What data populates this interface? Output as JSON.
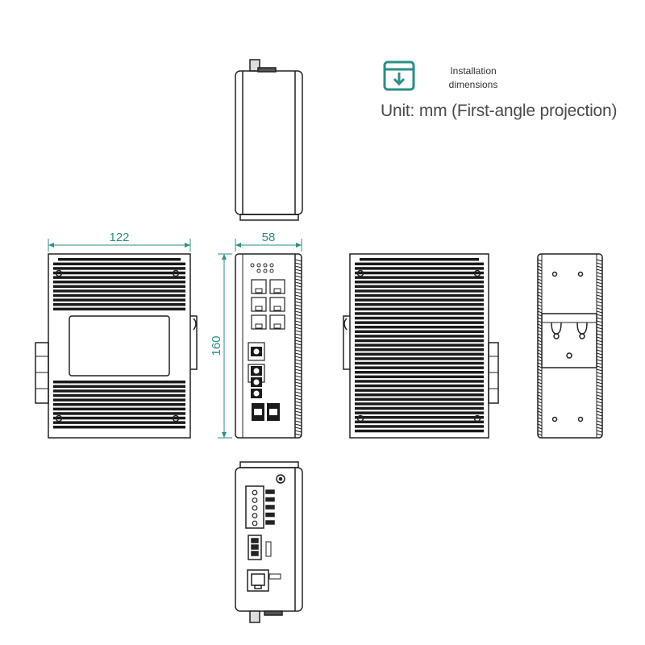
{
  "header": {
    "title": "Installation dimensions",
    "unit_note": "Unit: mm (First-angle projection)",
    "icon": "download-box-icon"
  },
  "dimensions": {
    "width": "122",
    "depth": "58",
    "height": "160"
  },
  "colors": {
    "accent": "#2a8f86",
    "line": "#222222",
    "fin": "#1a1a1a"
  }
}
